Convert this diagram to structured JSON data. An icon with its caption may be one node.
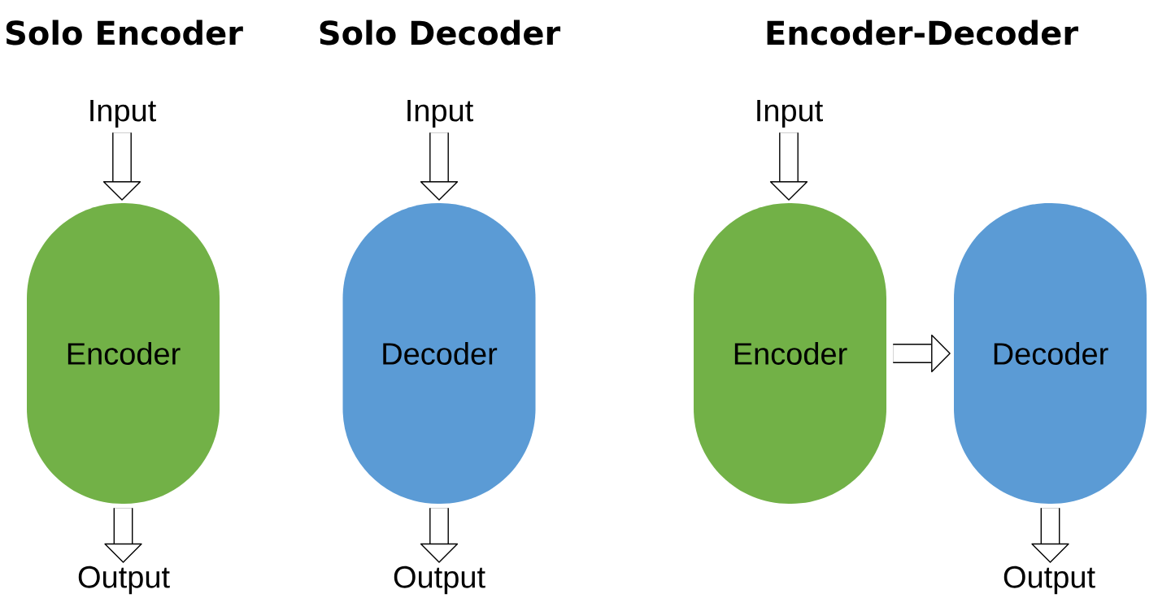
{
  "diagram": {
    "nodes": [
      {
        "text": [
          "Input"
        ]
      },
      {
        "text": [
          "Encoder"
        ]
      },
      {
        "text": [
          "Output"
        ]
      },
      {
        "text": [
          "Input"
        ]
      },
      {
        "text": [
          "Decoder"
        ]
      },
      {
        "text": [
          "Output"
        ]
      },
      {
        "text": [
          "Input"
        ]
      },
      {
        "text": [
          "Encoder"
        ]
      },
      {
        "text": [
          "Decoder"
        ]
      },
      {
        "text": [
          "Output"
        ]
      }
    ],
    "edges": [
      {
        "from": 0,
        "to": 1,
        "arrow": "to"
      },
      {
        "from": 1,
        "to": 2,
        "arrow": "to"
      },
      {
        "from": 3,
        "to": 4,
        "arrow": "to"
      },
      {
        "from": 4,
        "to": 5,
        "arrow": "to"
      },
      {
        "from": 6,
        "to": 7,
        "arrow": "to"
      },
      {
        "from": 7,
        "to": 8,
        "arrow": "to"
      },
      {
        "from": 8,
        "to": 9,
        "arrow": "to"
      }
    ],
    "labels": [
      "Solo Encoder",
      "Solo Decoder",
      "Encoder-Decoder"
    ]
  }
}
